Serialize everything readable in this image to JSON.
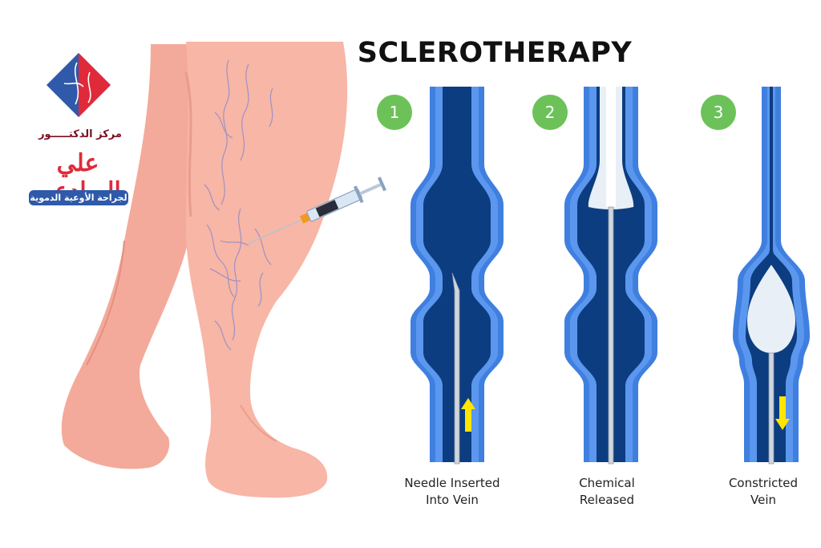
{
  "title": "SCLEROTHERAPY",
  "logo": {
    "line1": "مركز الدكتـــــور",
    "line2": "علي البرادعي",
    "line3": "لجراحة الأوعية الدموية"
  },
  "steps": [
    {
      "number": "1",
      "caption_line1": "Needle Inserted",
      "caption_line2": "Into Vein",
      "arrow": "up"
    },
    {
      "number": "2",
      "caption_line1": "Chemical",
      "caption_line2": "Released",
      "arrow": "none"
    },
    {
      "number": "3",
      "caption_line1": "Constricted",
      "caption_line2": "Vein",
      "arrow": "down"
    }
  ],
  "colors": {
    "skin": "#f7b6a6",
    "skin_shadow": "#ec9e8d",
    "vein_outer": "#3f7fe0",
    "vein_wall": "#5b97ee",
    "vein_lumen": "#0c3d80",
    "step_badge": "#6cc259",
    "arrow": "#ffe500",
    "logo_red": "#e02a3a",
    "logo_blue": "#2f59a9"
  }
}
